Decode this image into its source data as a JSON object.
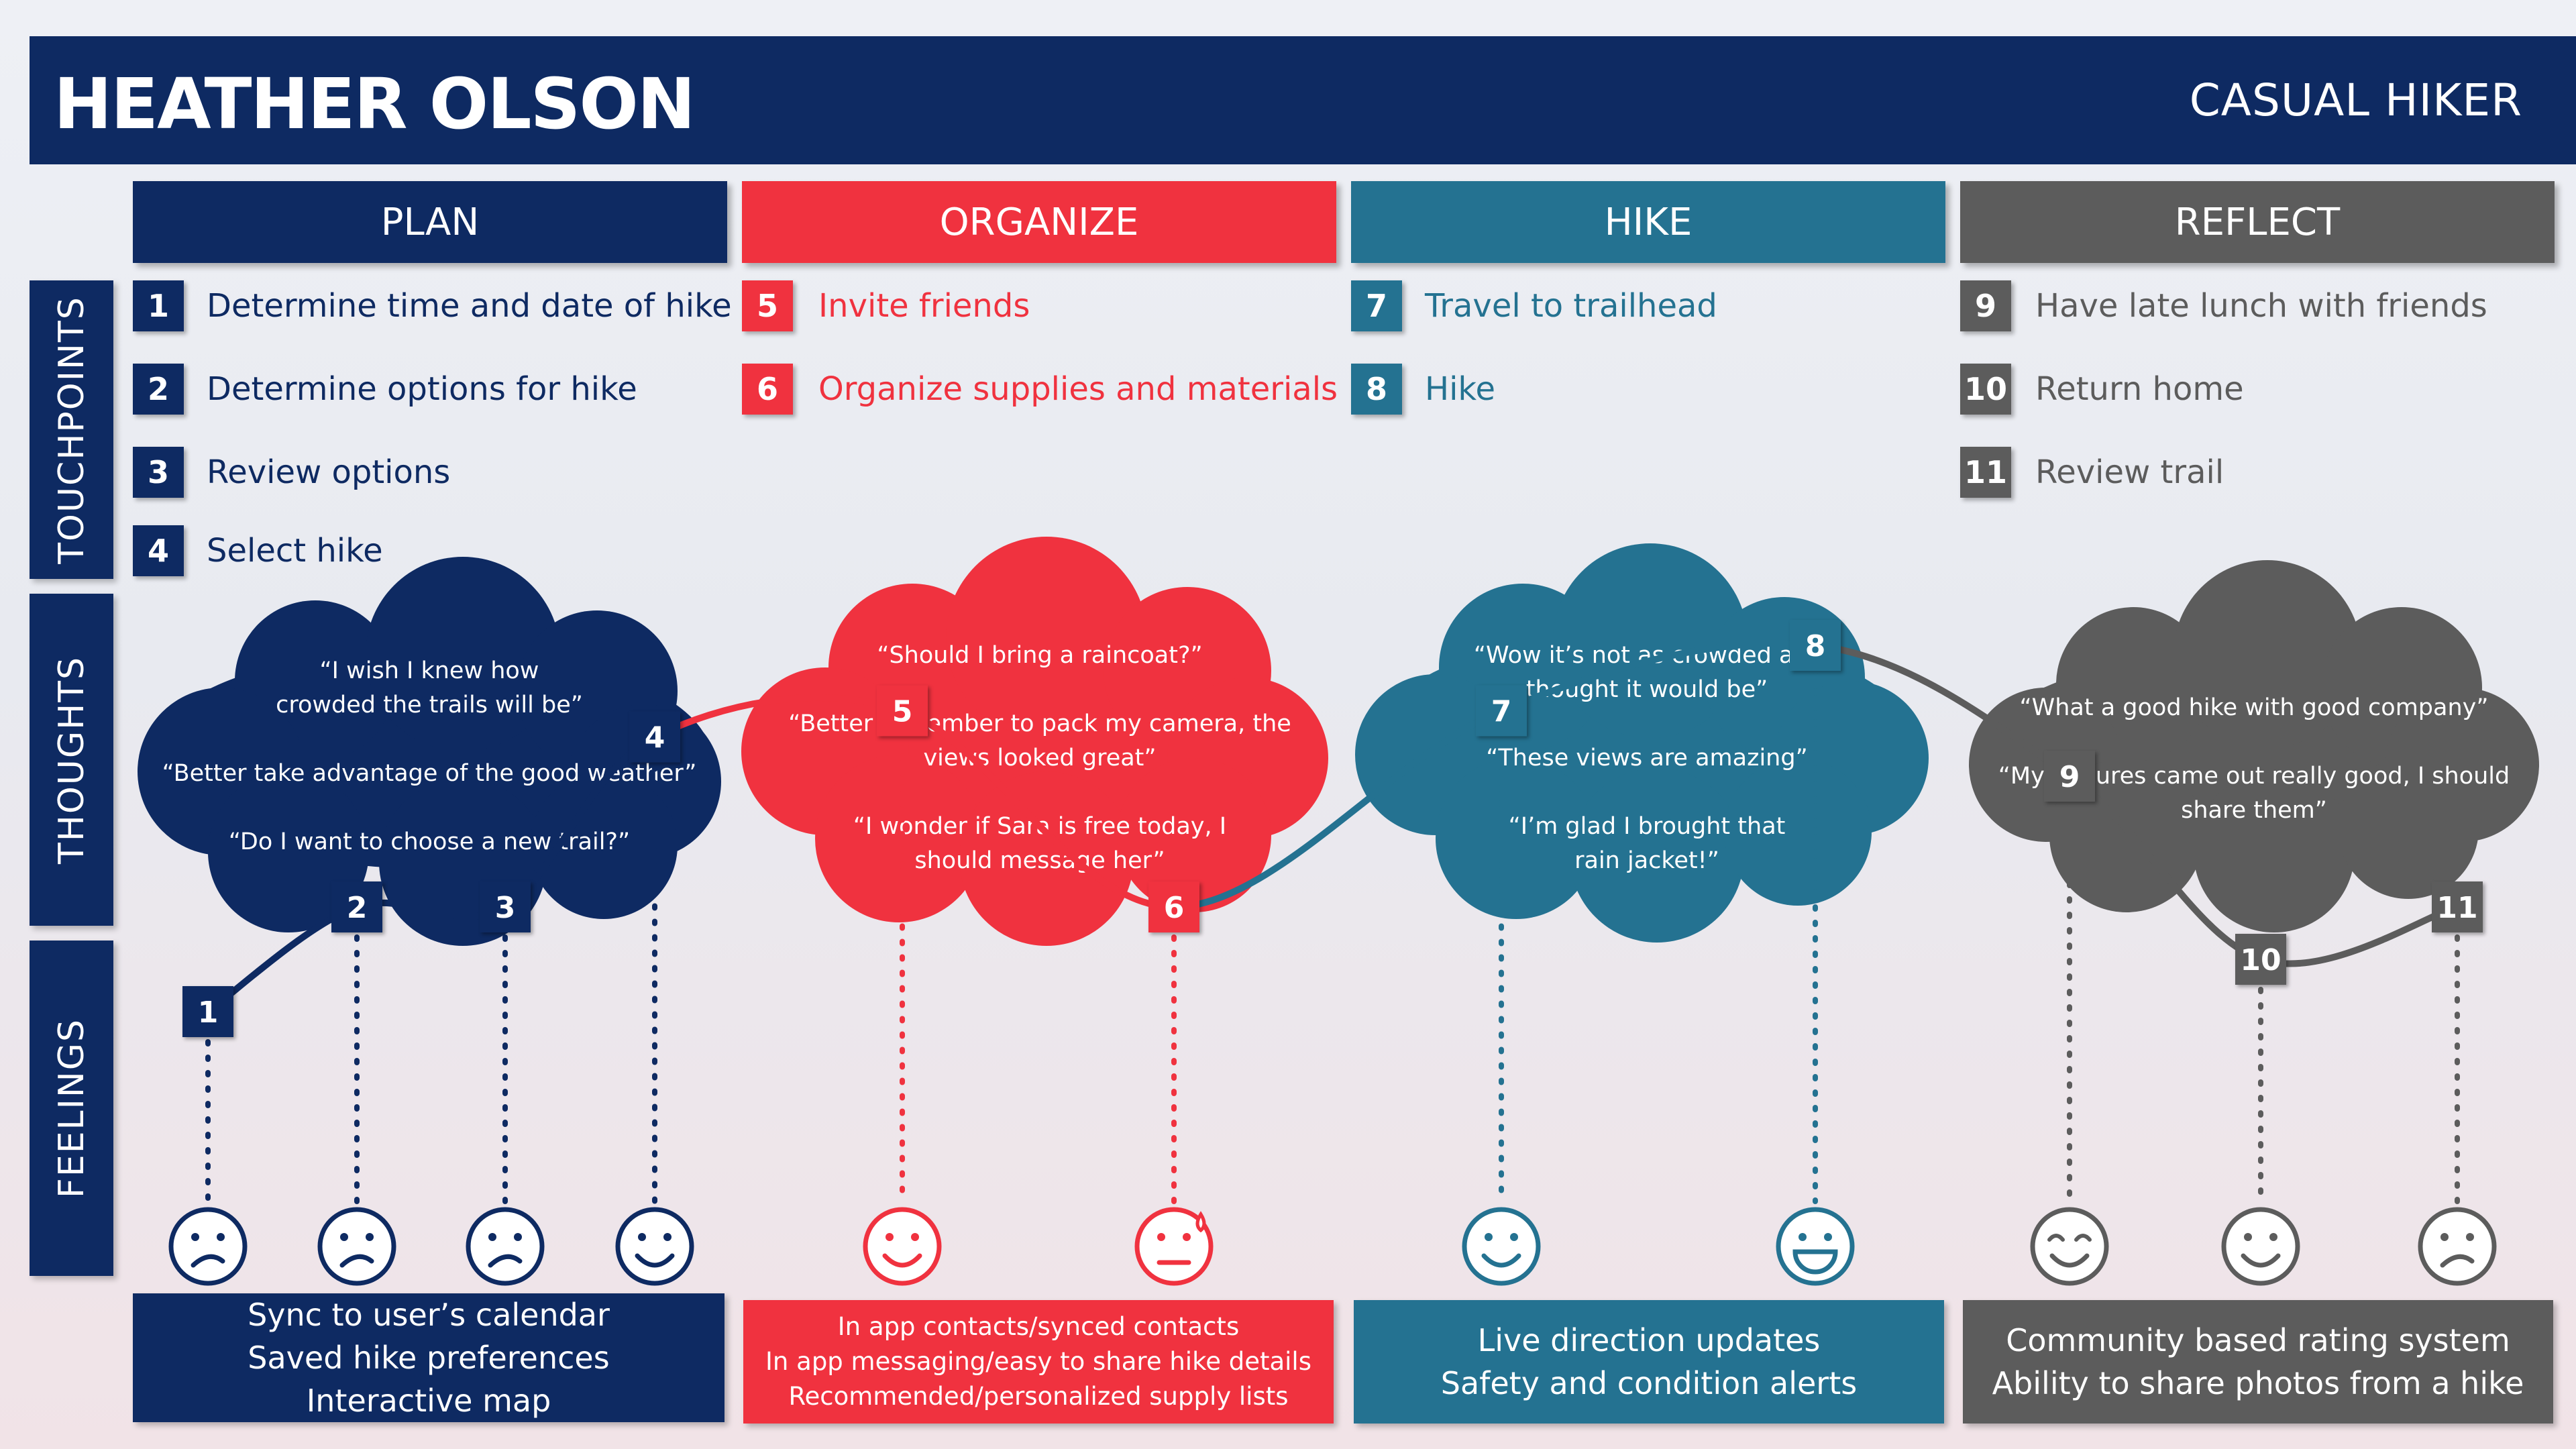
{
  "persona": {
    "name": "HEATHER OLSON",
    "role": "CASUAL HIKER"
  },
  "colors": {
    "plan": "#0e2a62",
    "organize": "#f0323f",
    "hike": "#247291",
    "reflect": "#5c5c5c"
  },
  "row_labels": {
    "touchpoints": "TOUCHPOINTS",
    "thoughts": "THOUGHTS",
    "feelings": "FEELINGS"
  },
  "phases": [
    {
      "name": "PLAN",
      "color": "#0e2a62",
      "touchpoints": [
        {
          "num": "1",
          "text": "Determine time and date of hike"
        },
        {
          "num": "2",
          "text": "Determine options for hike"
        },
        {
          "num": "3",
          "text": "Review options"
        },
        {
          "num": "4",
          "text": "Select hike"
        }
      ],
      "thoughts": [
        "“I wish I knew how crowded the trails will be”",
        "“Better take advantage of the good weather”",
        "“Do I want to choose a new trail?”"
      ],
      "opportunities": [
        "Sync to user’s calendar",
        "Saved hike preferences",
        "Interactive map"
      ]
    },
    {
      "name": "ORGANIZE",
      "color": "#f0323f",
      "touchpoints": [
        {
          "num": "5",
          "text": "Invite friends"
        },
        {
          "num": "6",
          "text": "Organize supplies and materials"
        }
      ],
      "thoughts": [
        "“Should I bring a raincoat?”",
        "“Better remember to pack my camera, the views looked great”",
        "“I wonder if Sara is free today, I should message her”"
      ],
      "opportunities": [
        "In app contacts/synced contacts",
        "In app messaging/easy to share hike details",
        "Recommended/personalized supply lists"
      ]
    },
    {
      "name": "HIKE",
      "color": "#247291",
      "touchpoints": [
        {
          "num": "7",
          "text": "Travel to trailhead"
        },
        {
          "num": "8",
          "text": "Hike"
        }
      ],
      "thoughts": [
        "“Wow it’s not as crowded as I thought it would be”",
        "“These views are amazing”",
        "“I’m glad I brought that rain jacket!”"
      ],
      "opportunities": [
        "Live direction updates",
        "Safety and condition alerts"
      ]
    },
    {
      "name": "REFLECT",
      "color": "#5c5c5c",
      "touchpoints": [
        {
          "num": "9",
          "text": "Have late lunch with friends"
        },
        {
          "num": "10",
          "text": "Return home"
        },
        {
          "num": "11",
          "text": "Review trail"
        }
      ],
      "thoughts": [
        "“What a good hike with good company”",
        "“My pictures came out really good, I should share them”"
      ],
      "opportunities": [
        "Community based rating system",
        "Ability to share photos from a hike"
      ]
    }
  ],
  "feelings": [
    {
      "num": "1",
      "level": 1.6,
      "mood": "sad",
      "color": "#0e2a62"
    },
    {
      "num": "2",
      "level": 2.4,
      "mood": "sad",
      "color": "#0e2a62"
    },
    {
      "num": "3",
      "level": 2.4,
      "mood": "sad",
      "color": "#0e2a62"
    },
    {
      "num": "4",
      "level": 3.7,
      "mood": "happy",
      "color": "#0e2a62"
    },
    {
      "num": "5",
      "level": 3.9,
      "mood": "happy",
      "color": "#f0323f"
    },
    {
      "num": "6",
      "level": 2.4,
      "mood": "stressed",
      "color": "#f0323f"
    },
    {
      "num": "7",
      "level": 3.9,
      "mood": "happy",
      "color": "#247291"
    },
    {
      "num": "8",
      "level": 4.4,
      "mood": "very-happy",
      "color": "#247291"
    },
    {
      "num": "9",
      "level": 3.4,
      "mood": "content",
      "color": "#5c5c5c"
    },
    {
      "num": "10",
      "level": 2.0,
      "mood": "happy",
      "color": "#5c5c5c"
    },
    {
      "num": "11",
      "level": 2.4,
      "mood": "sad",
      "color": "#5c5c5c"
    }
  ]
}
